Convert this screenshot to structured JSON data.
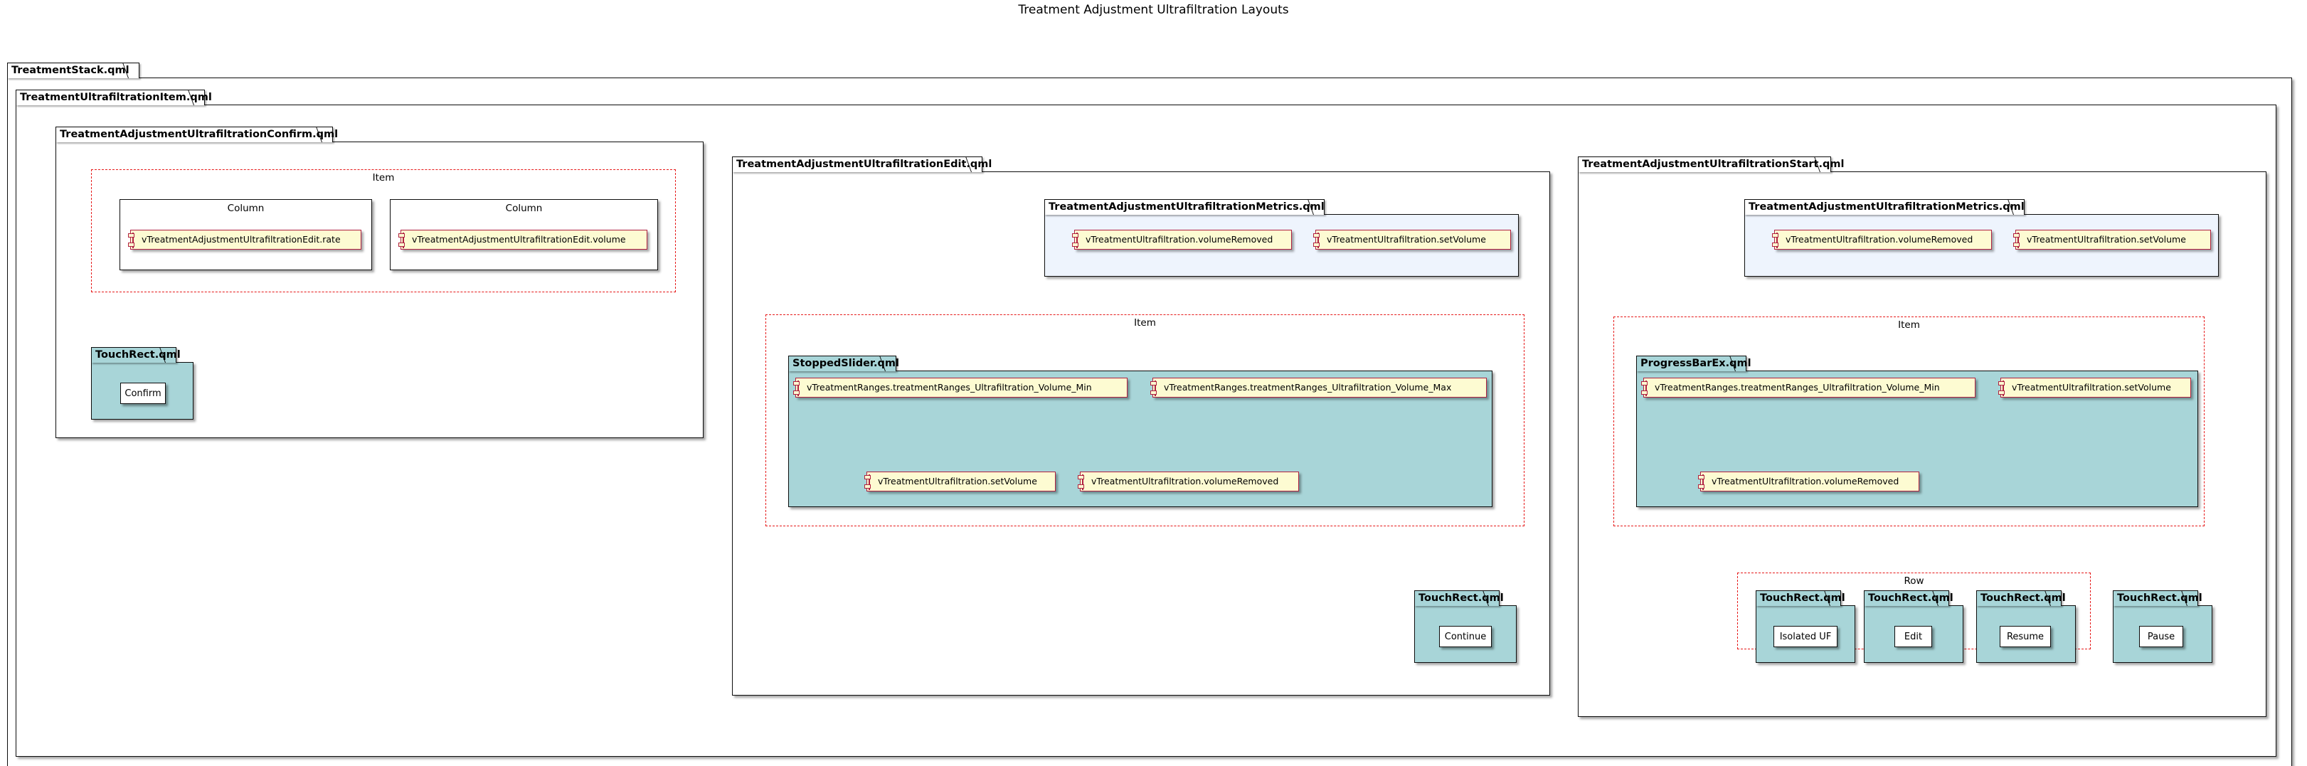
{
  "diagram": {
    "title": "Treatment Adjustment Ultrafiltration Layouts",
    "type": "uml-component-package-diagram"
  },
  "colors": {
    "component_border": "#b02040",
    "component_fill": "#fdfbd2",
    "group_dashed": "#e61919",
    "package_border": "#0d0d0d",
    "package_fill": "#ffffff",
    "metrics_package_fill": "#eef4fd",
    "touchrect_fill": "#a8d5d8",
    "button_fill": "#ffffff"
  },
  "packages": {
    "treatment_stack": {
      "name": "TreatmentStack.qml"
    },
    "treatment_ultrafiltration_item": {
      "name": "TreatmentUltrafiltrationItem.qml"
    },
    "confirm": {
      "name": "TreatmentAdjustmentUltrafiltrationConfirm.qml"
    },
    "edit": {
      "name": "TreatmentAdjustmentUltrafiltrationEdit.qml"
    },
    "start": {
      "name": "TreatmentAdjustmentUltrafiltrationStart.qml"
    },
    "metrics_edit": {
      "name": "TreatmentAdjustmentUltrafiltrationMetrics.qml"
    },
    "metrics_start": {
      "name": "TreatmentAdjustmentUltrafiltrationMetrics.qml"
    },
    "stopped_slider": {
      "name": "StoppedSlider.qml"
    },
    "progress_bar_ex": {
      "name": "ProgressBarEx.qml"
    },
    "touchrect_confirm": {
      "name": "TouchRect.qml"
    },
    "touchrect_continue": {
      "name": "TouchRect.qml"
    },
    "touchrect_isolated_uf": {
      "name": "TouchRect.qml"
    },
    "touchrect_edit": {
      "name": "TouchRect.qml"
    },
    "touchrect_resume": {
      "name": "TouchRect.qml"
    },
    "touchrect_pause": {
      "name": "TouchRect.qml"
    }
  },
  "groups": {
    "confirm_item": {
      "label": "Item"
    },
    "edit_item": {
      "label": "Item"
    },
    "start_item": {
      "label": "Item"
    },
    "start_row": {
      "label": "Row"
    }
  },
  "nodes": {
    "confirm_column_rate": {
      "label": "Column"
    },
    "confirm_column_volume": {
      "label": "Column"
    }
  },
  "components": {
    "confirm_rate": {
      "label": "vTreatmentAdjustmentUltrafiltrationEdit.rate"
    },
    "confirm_volume": {
      "label": "vTreatmentAdjustmentUltrafiltrationEdit.volume"
    },
    "edit_metrics_volume_removed": {
      "label": "vTreatmentUltrafiltration.volumeRemoved"
    },
    "edit_metrics_set_volume": {
      "label": "vTreatmentUltrafiltration.setVolume"
    },
    "slider_volume_min": {
      "label": "vTreatmentRanges.treatmentRanges_Ultrafiltration_Volume_Min"
    },
    "slider_volume_max": {
      "label": "vTreatmentRanges.treatmentRanges_Ultrafiltration_Volume_Max"
    },
    "slider_set_volume": {
      "label": "vTreatmentUltrafiltration.setVolume"
    },
    "slider_volume_removed": {
      "label": "vTreatmentUltrafiltration.volumeRemoved"
    },
    "start_metrics_volume_removed": {
      "label": "vTreatmentUltrafiltration.volumeRemoved"
    },
    "start_metrics_set_volume": {
      "label": "vTreatmentUltrafiltration.setVolume"
    },
    "progress_volume_min": {
      "label": "vTreatmentRanges.treatmentRanges_Ultrafiltration_Volume_Min"
    },
    "progress_set_volume": {
      "label": "vTreatmentUltrafiltration.setVolume"
    },
    "progress_volume_removed": {
      "label": "vTreatmentUltrafiltration.volumeRemoved"
    }
  },
  "buttons": {
    "confirm": {
      "label": "Confirm"
    },
    "continue": {
      "label": "Continue"
    },
    "isolated_uf": {
      "label": "Isolated UF"
    },
    "edit": {
      "label": "Edit"
    },
    "resume": {
      "label": "Resume"
    },
    "pause": {
      "label": "Pause"
    }
  }
}
